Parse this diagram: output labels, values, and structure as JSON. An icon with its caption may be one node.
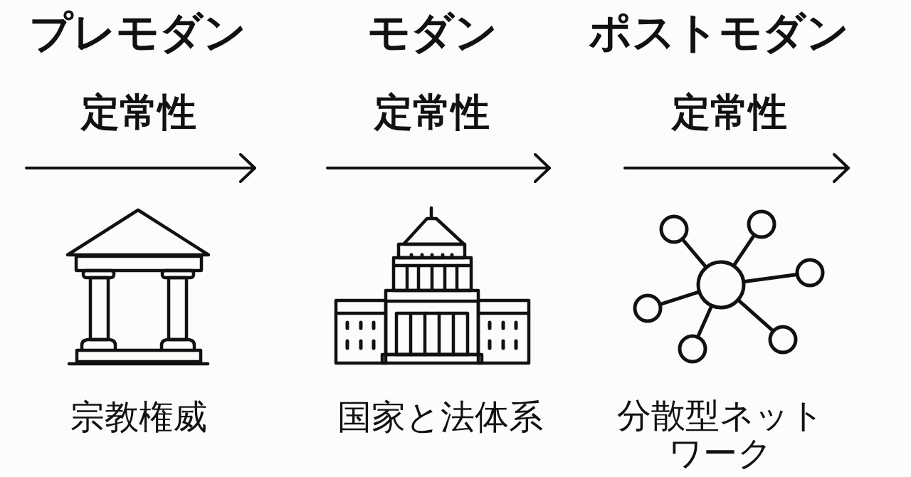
{
  "diagram": {
    "labels": [
      "プレモダン",
      "モダン",
      "ポストモダン",
      "定常性",
      "定常性",
      "定常性",
      "宗教権威",
      "国家と法体系",
      "分散型ネットワーク"
    ]
  }
}
